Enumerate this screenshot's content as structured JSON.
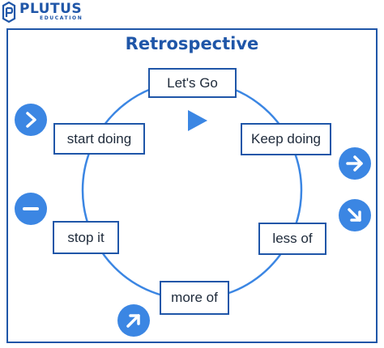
{
  "logo": {
    "name": "PLUTUS",
    "sub": "EDUCATION"
  },
  "title": "Retrospective",
  "stages": {
    "lets_go": "Let's Go",
    "keep_doing": "Keep doing",
    "less_of": "less of",
    "more_of": "more of",
    "stop_it": "stop it",
    "start_doing": "start doing"
  },
  "icons": {
    "play": "play-icon",
    "chevron_right": "chevron-right-icon",
    "minus": "minus-icon",
    "arrow_right": "arrow-right-icon",
    "arrow_down_right": "arrow-down-right-icon",
    "arrow_up_right": "arrow-up-right-icon"
  },
  "colors": {
    "primary": "#1f56a8",
    "circle_line": "#3b86e3",
    "button_fill": "#3b86e3",
    "text": "#1e2a3a",
    "background": "#ffffff"
  }
}
